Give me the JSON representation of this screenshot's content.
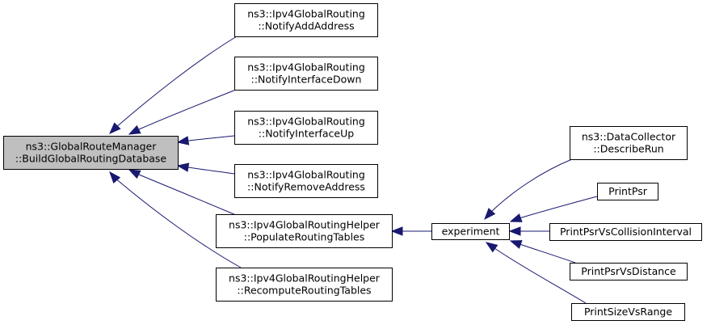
{
  "colors": {
    "edge": "#191970",
    "node_fill": "#ffffff",
    "root_fill": "#bfbfbf",
    "node_border": "#000000"
  },
  "nodes": [
    {
      "id": "n0",
      "lines": [
        "ns3::GlobalRouteManager",
        "::BuildGlobalRoutingDatabase"
      ],
      "root": true
    },
    {
      "id": "n1",
      "lines": [
        "ns3::Ipv4GlobalRouting",
        "::NotifyAddAddress"
      ]
    },
    {
      "id": "n2",
      "lines": [
        "ns3::Ipv4GlobalRouting",
        "::NotifyInterfaceDown"
      ]
    },
    {
      "id": "n3",
      "lines": [
        "ns3::Ipv4GlobalRouting",
        "::NotifyInterfaceUp"
      ]
    },
    {
      "id": "n4",
      "lines": [
        "ns3::Ipv4GlobalRouting",
        "::NotifyRemoveAddress"
      ]
    },
    {
      "id": "n5",
      "lines": [
        "ns3::Ipv4GlobalRoutingHelper",
        "::PopulateRoutingTables"
      ]
    },
    {
      "id": "n6",
      "lines": [
        "ns3::Ipv4GlobalRoutingHelper",
        "::RecomputeRoutingTables"
      ]
    },
    {
      "id": "n7",
      "lines": [
        "experiment"
      ]
    },
    {
      "id": "n8",
      "lines": [
        "ns3::DataCollector",
        "::DescribeRun"
      ]
    },
    {
      "id": "n9",
      "lines": [
        "PrintPsr"
      ]
    },
    {
      "id": "n10",
      "lines": [
        "PrintPsrVsCollisionInterval"
      ]
    },
    {
      "id": "n11",
      "lines": [
        "PrintPsrVsDistance"
      ]
    },
    {
      "id": "n12",
      "lines": [
        "PrintSizeVsRange"
      ]
    }
  ],
  "edges": [
    {
      "from": "n1",
      "to": "n0"
    },
    {
      "from": "n2",
      "to": "n0"
    },
    {
      "from": "n3",
      "to": "n0"
    },
    {
      "from": "n4",
      "to": "n0"
    },
    {
      "from": "n5",
      "to": "n0"
    },
    {
      "from": "n6",
      "to": "n0"
    },
    {
      "from": "n7",
      "to": "n5"
    },
    {
      "from": "n8",
      "to": "n7"
    },
    {
      "from": "n9",
      "to": "n7"
    },
    {
      "from": "n10",
      "to": "n7"
    },
    {
      "from": "n11",
      "to": "n7"
    },
    {
      "from": "n12",
      "to": "n7"
    }
  ]
}
